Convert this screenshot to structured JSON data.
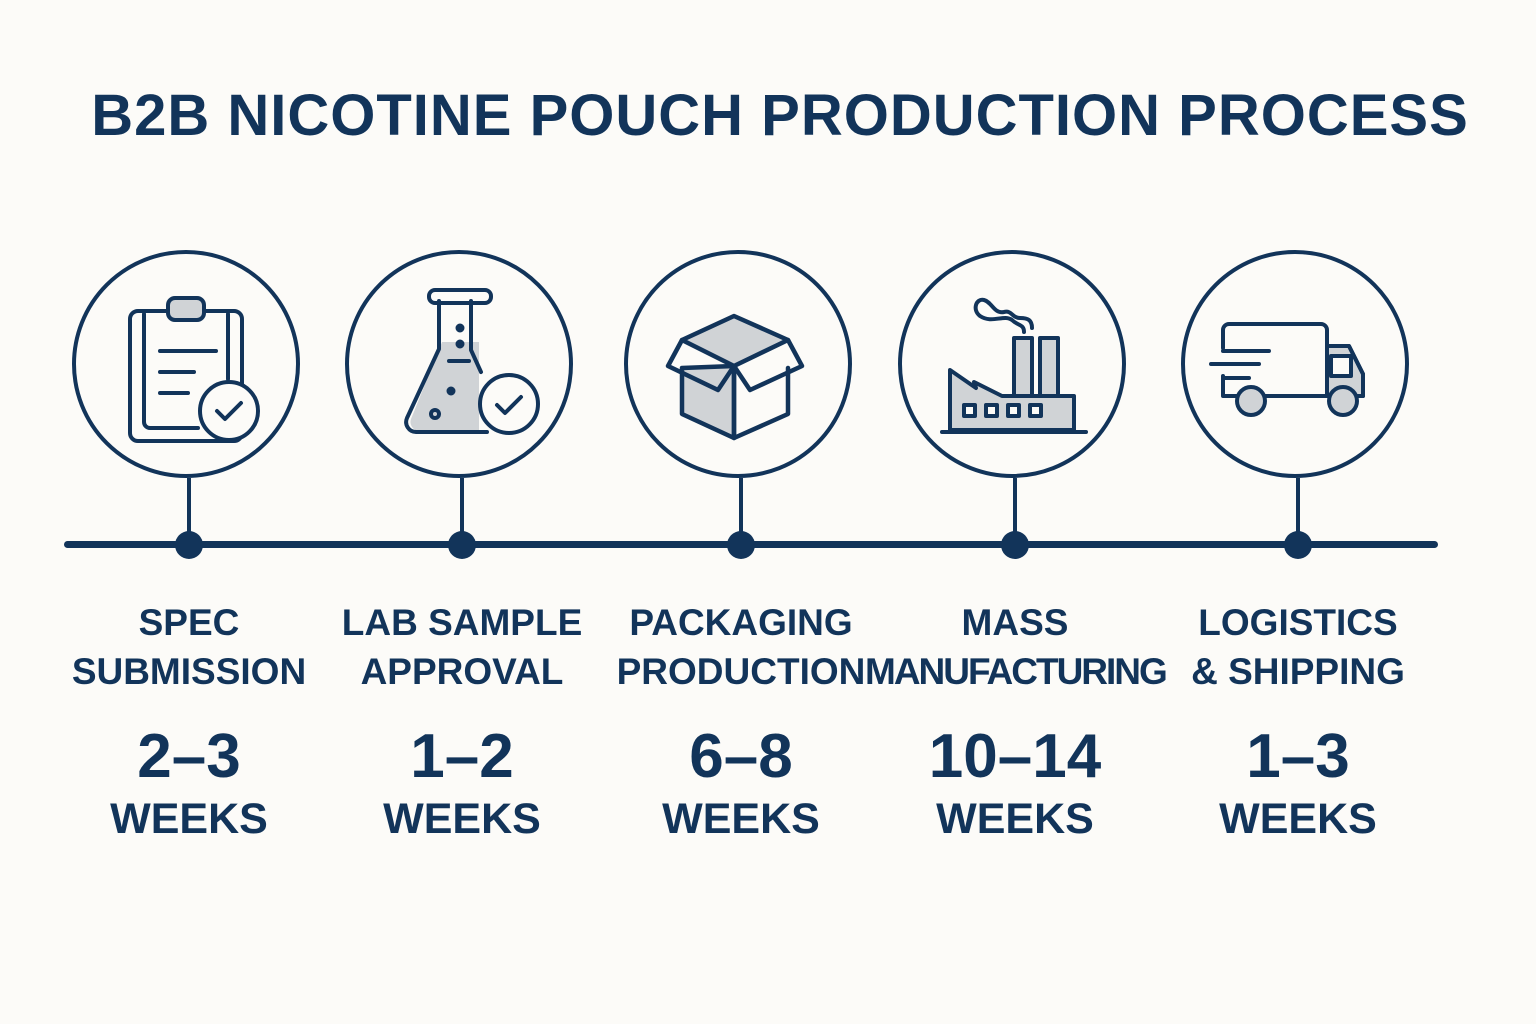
{
  "title": "B2B NICOTINE POUCH PRODUCTION PROCESS",
  "colors": {
    "primary": "#12345a",
    "fill": "#d0d3d6",
    "background": "#fcfbf8"
  },
  "steps": [
    {
      "icon": "clipboard-check-icon",
      "label_line1": "SPEC",
      "label_line2": "SUBMISSION",
      "range": "2–3",
      "unit": "WEEKS"
    },
    {
      "icon": "flask-check-icon",
      "label_line1": "LAB SAMPLE",
      "label_line2": "APPROVAL",
      "range": "1–2",
      "unit": "WEEKS"
    },
    {
      "icon": "open-box-icon",
      "label_line1": "PACKAGING",
      "label_line2": "PRODUCTION",
      "range": "6–8",
      "unit": "WEEKS"
    },
    {
      "icon": "factory-icon",
      "label_line1": "MASS",
      "label_line2": "MANUFACTURING",
      "range": "10–14",
      "unit": "WEEKS"
    },
    {
      "icon": "delivery-truck-icon",
      "label_line1": "LOGISTICS",
      "label_line2": "& SHIPPING",
      "range": "1–3",
      "unit": "WEEKS"
    }
  ]
}
